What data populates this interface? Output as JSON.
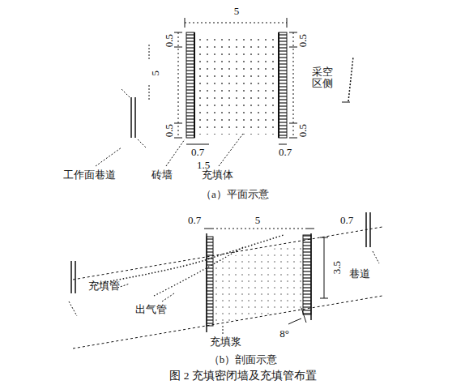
{
  "diagram": {
    "caption": "图 2 充填密闭墙及充填管布置",
    "labels": [
      "5",
      "0.5",
      "5",
      "0.5",
      "0.5",
      "0.5",
      "采空区侧",
      "0.7",
      "1.5",
      "0.7",
      "工作面巷道",
      "砖墙",
      "充填体",
      "（a）平面示意",
      "0.7",
      "5",
      "0.7",
      "3.5",
      "巷道",
      "充填管",
      "出气管",
      "充填浆",
      "8°",
      "（b）剖面示意"
    ]
  }
}
